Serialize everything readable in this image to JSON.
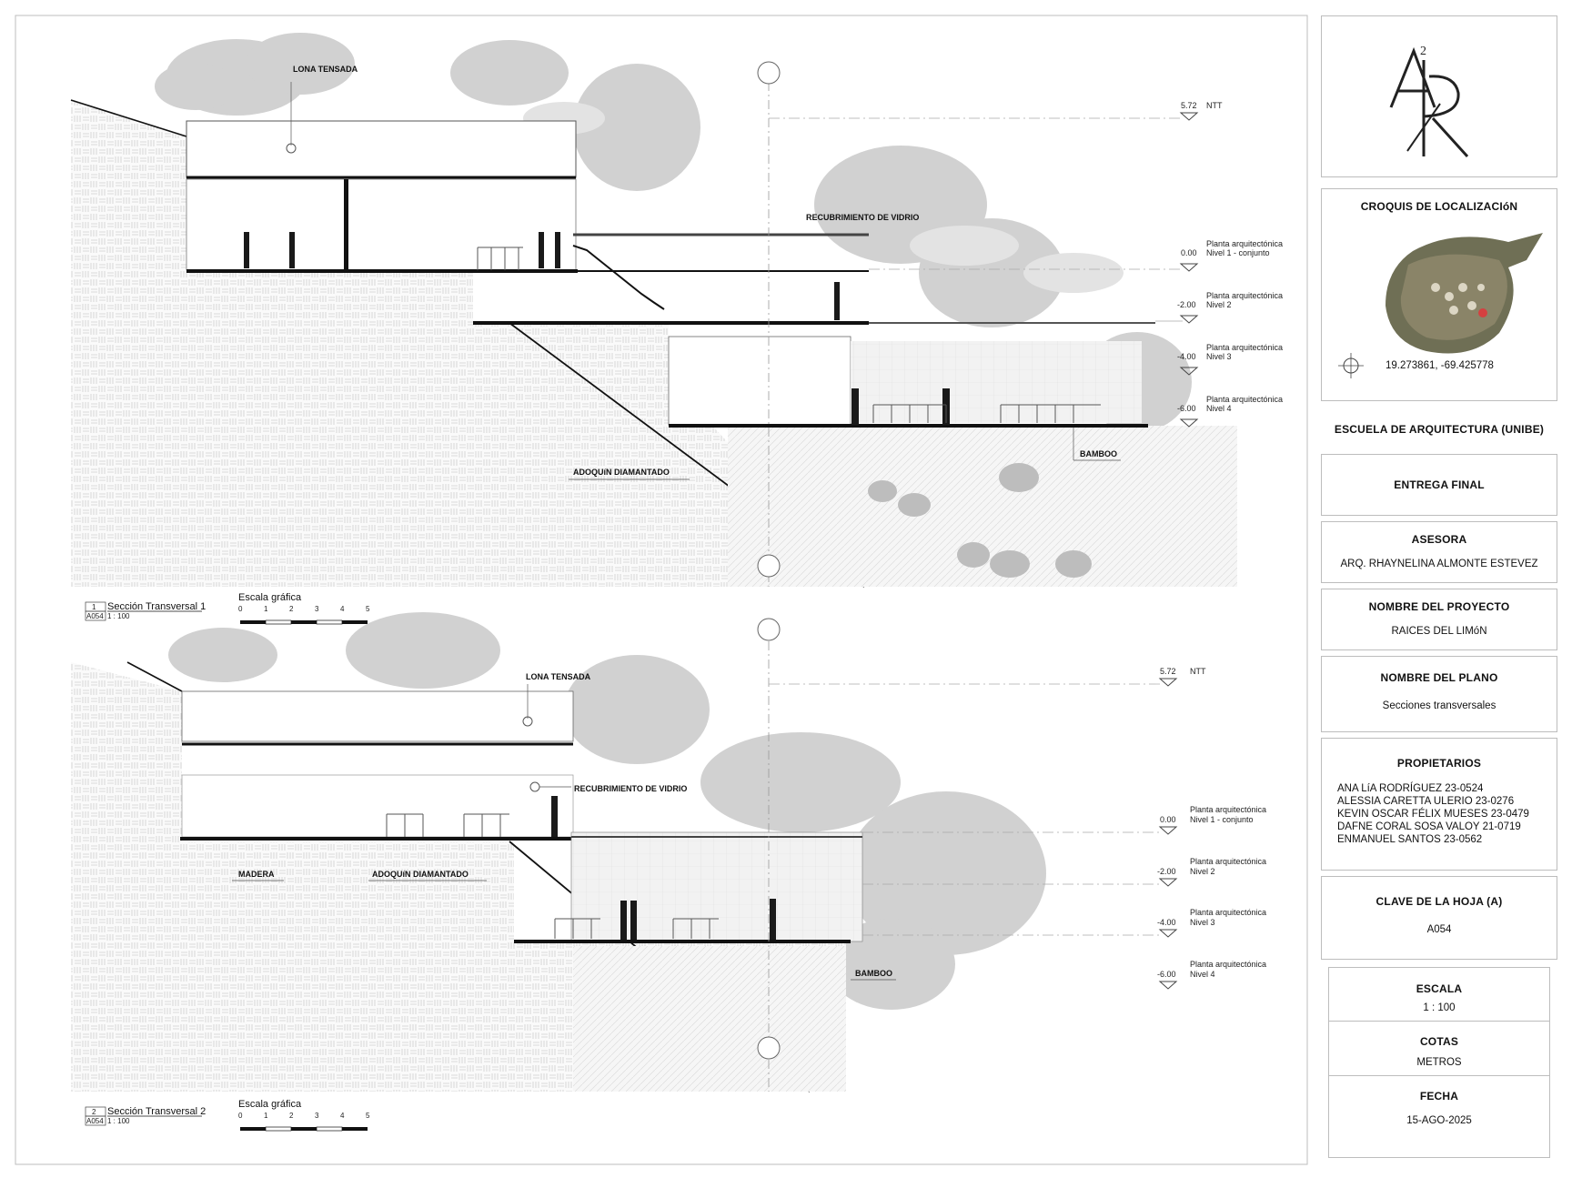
{
  "logo": {
    "mark": "AR",
    "superscript": "2"
  },
  "sections": [
    {
      "number": "1",
      "sheet_ref": "A054",
      "scale": "1 : 100",
      "title": "Sección Transversal 1",
      "scale_bar_title": "Escala gráfica",
      "scale_ticks": [
        "0",
        "1",
        "2",
        "3",
        "4",
        "5"
      ],
      "labels": {
        "canvas": "LONA TENSADA",
        "glass": "RECUBRIMIENTO DE VIDRIO",
        "paving": "ADOQUíN DIAMANTADO",
        "bamboo": "BAMBOO"
      },
      "levels": [
        {
          "value": "5.72",
          "text": "NTT",
          "sub": ""
        },
        {
          "value": "0.00",
          "text": "Planta arquitectónica",
          "sub": "Nivel 1 - conjunto"
        },
        {
          "value": "-2.00",
          "text": "Planta arquitectónica",
          "sub": "Nivel 2"
        },
        {
          "value": "-4.00",
          "text": "Planta arquitectónica",
          "sub": "Nivel 3"
        },
        {
          "value": "-6.00",
          "text": "Planta arquitectónica",
          "sub": "Nivel 4"
        }
      ]
    },
    {
      "number": "2",
      "sheet_ref": "A054",
      "scale": "1 : 100",
      "title": "Sección Transversal 2",
      "scale_bar_title": "Escala gráfica",
      "scale_ticks": [
        "0",
        "1",
        "2",
        "3",
        "4",
        "5"
      ],
      "labels": {
        "canvas": "LONA TENSADA",
        "glass": "RECUBRIMIENTO DE VIDRIO",
        "wood": "MADERA",
        "paving": "ADOQUíN DIAMANTADO",
        "bamboo": "BAMBOO"
      },
      "levels": [
        {
          "value": "5.72",
          "text": "NTT",
          "sub": ""
        },
        {
          "value": "0.00",
          "text": "Planta arquitectónica",
          "sub": "Nivel 1 - conjunto"
        },
        {
          "value": "-2.00",
          "text": "Planta arquitectónica",
          "sub": "Nivel 2"
        },
        {
          "value": "-4.00",
          "text": "Planta arquitectónica",
          "sub": "Nivel 3"
        },
        {
          "value": "-6.00",
          "text": "Planta arquitectónica",
          "sub": "Nivel 4"
        }
      ]
    }
  ],
  "title_block": {
    "location_title": "CROQUIS DE LOCALIZACIóN",
    "coordinates": "19.273861, -69.425778",
    "school": "ESCUELA DE ARQUITECTURA (UNIBE)",
    "delivery": "ENTREGA FINAL",
    "advisor_title": "ASESORA",
    "advisor": "ARQ. RHAYNELINA ALMONTE ESTEVEZ",
    "project_title": "NOMBRE DEL PROYECTO",
    "project": "RAICES DEL LIMóN",
    "plan_title": "NOMBRE DEL PLANO",
    "plan": "Secciones transversales",
    "owners_title": "PROPIETARIOS",
    "owners": [
      "ANA LíA RODRÍGUEZ 23-0524",
      "ALESSIA CARETTA ULERIO 23-0276",
      "KEVIN OSCAR FÉLIX MUESES 23-0479",
      "DAFNE CORAL SOSA VALOY 21-0719",
      "ENMANUEL SANTOS 23-0562"
    ],
    "sheet_key_title": "CLAVE DE LA HOJA (A)",
    "sheet_key": "A054",
    "scale_title": "ESCALA",
    "scale": "1 : 100",
    "units_title": "COTAS",
    "units": "METROS",
    "date_title": "FECHA",
    "date": "15-AGO-2025"
  }
}
